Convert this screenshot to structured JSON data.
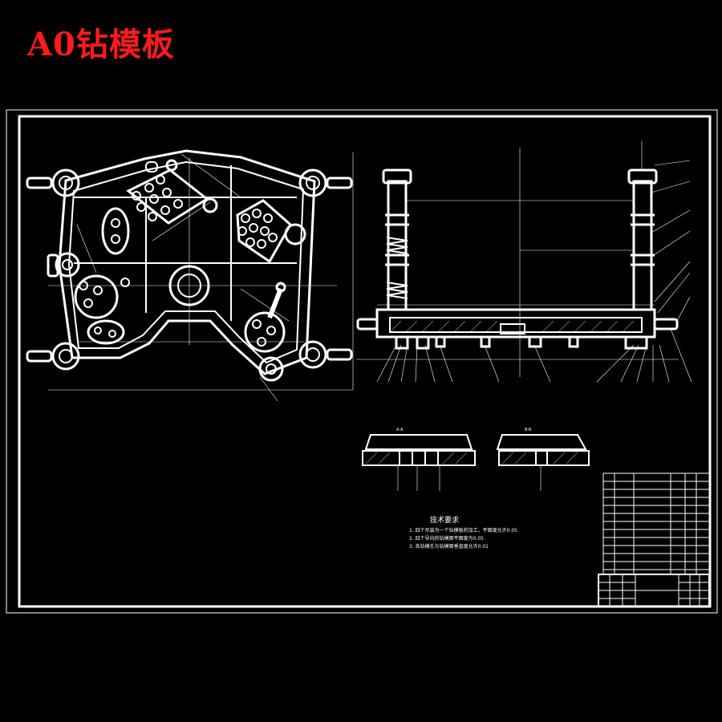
{
  "title": "A0钻模板",
  "technical_requirements": {
    "heading": "技术要求",
    "items": [
      "1. 四个吊装为一个钻模板的加工，平面度允许0.05",
      "2. 四个导向的钻模面平面度为0.05",
      "3. 各钻模孔与钻模面垂直度允许0.01"
    ]
  },
  "section_labels": {
    "section_a": "A-A",
    "section_b": "B-B"
  },
  "colors": {
    "background": "#000000",
    "lines": "#ffffff",
    "title": "#ff1a1a"
  }
}
